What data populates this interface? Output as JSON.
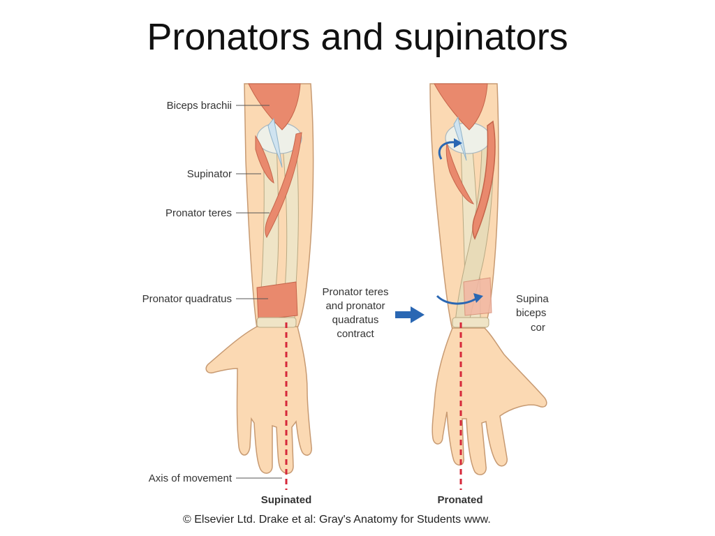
{
  "slide": {
    "title": "Pronators and supinators"
  },
  "labels": {
    "biceps_brachii": "Biceps brachii",
    "supinator": "Supinator",
    "pronator_teres": "Pronator teres",
    "pronator_quadratus": "Pronator quadratus",
    "axis_of_movement": "Axis of movement",
    "middle_line1": "Pronator teres",
    "middle_line2": "and pronator",
    "middle_line3": "quadratus",
    "middle_line4": "contract",
    "right_line1": "Supina",
    "right_line2": "biceps",
    "right_line3": "cor",
    "supinated": "Supinated",
    "pronated": "Pronated"
  },
  "copyright": "© Elsevier Ltd. Drake et al: Gray's Anatomy for Students www.",
  "colors": {
    "skin": "#fbd9b3",
    "skin_outline": "#c79a72",
    "muscle": "#e9896d",
    "bone": "#efe4c6",
    "tendon": "#cfe3f0",
    "arrow": "#2a67b3",
    "axis": "#d6283a"
  }
}
